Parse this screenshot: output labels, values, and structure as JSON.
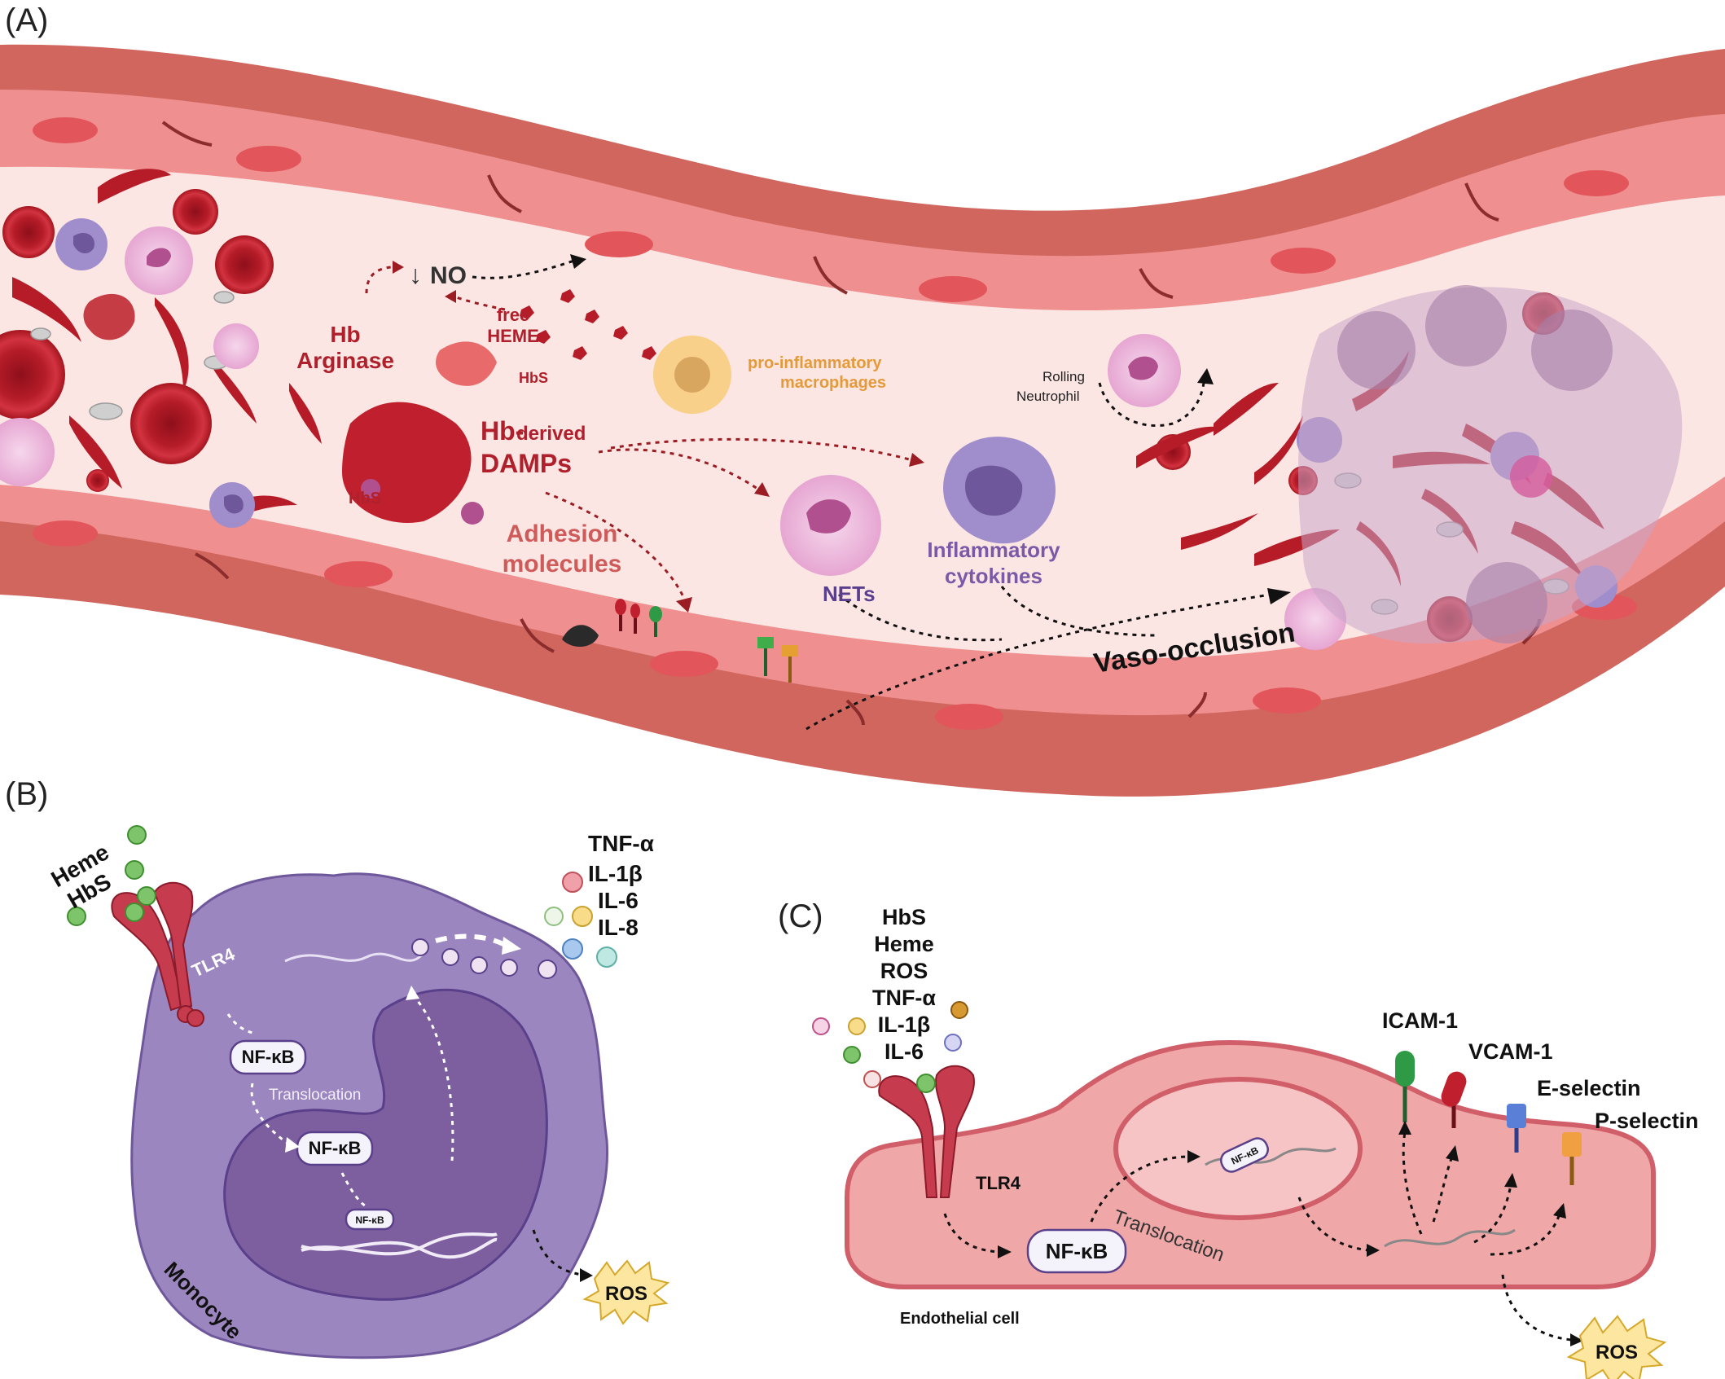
{
  "panel_labels": {
    "a": "(A)",
    "b": "(B)",
    "c": "(C)"
  },
  "panel_a": {
    "no": "NO",
    "no_arrow": "↓",
    "hb_line1": "Hb",
    "hb_line2": "Arginase",
    "free_heme_line1": "free",
    "free_heme_line2": "HEME",
    "hbs_1": "HbS",
    "hbs_2": "HbS",
    "macrophage_line1": "pro-inflammatory",
    "macrophage_line2": "macrophages",
    "damps_hb": "Hb-",
    "damps_derived": "derived",
    "damps_line2": "DAMPs",
    "adhesion_line1": "Adhesion",
    "adhesion_line2": "molecules",
    "nets": "NETs",
    "cytokines_line1": "Inflammatory",
    "cytokines_line2": "cytokines",
    "rolling_line1": "Rolling",
    "rolling_line2": "Neutrophil",
    "vaso": "Vaso-occlusion"
  },
  "panel_b": {
    "ligand1": "Heme",
    "ligand2": "HbS",
    "receptor": "TLR4",
    "nfkb_1": "NF-κB",
    "translocation": "Translocation",
    "nfkb_2": "NF-κB",
    "nfkb_dna": "NF-κB",
    "cytokines": [
      "TNF-α",
      "IL-1β",
      "IL-6",
      "IL-8"
    ],
    "cell": "Monocyte",
    "ros": "ROS"
  },
  "panel_c": {
    "ligands": [
      "HbS",
      "Heme",
      "ROS",
      "TNF-α",
      "IL-1β",
      "IL-6"
    ],
    "receptor": "TLR4",
    "nfkb": "NF-κB",
    "translocation": "Translocation",
    "nfkb_dna": "NF-κB",
    "icam": "ICAM-1",
    "vcam": "VCAM-1",
    "eselectin": "E-selectin",
    "pselectin": "P-selectin",
    "cell": "Endothelial cell",
    "ros": "ROS"
  },
  "colors": {
    "vessel_wall": "#d0665e",
    "endothelium": "#ef8f8f",
    "lumen": "#fce6e3",
    "rbc": "#c0202e",
    "monocyte": "#9c86c0",
    "monocyte_nucleus": "#7d5f9f",
    "endothelial_cell": "#f0a7a7"
  }
}
